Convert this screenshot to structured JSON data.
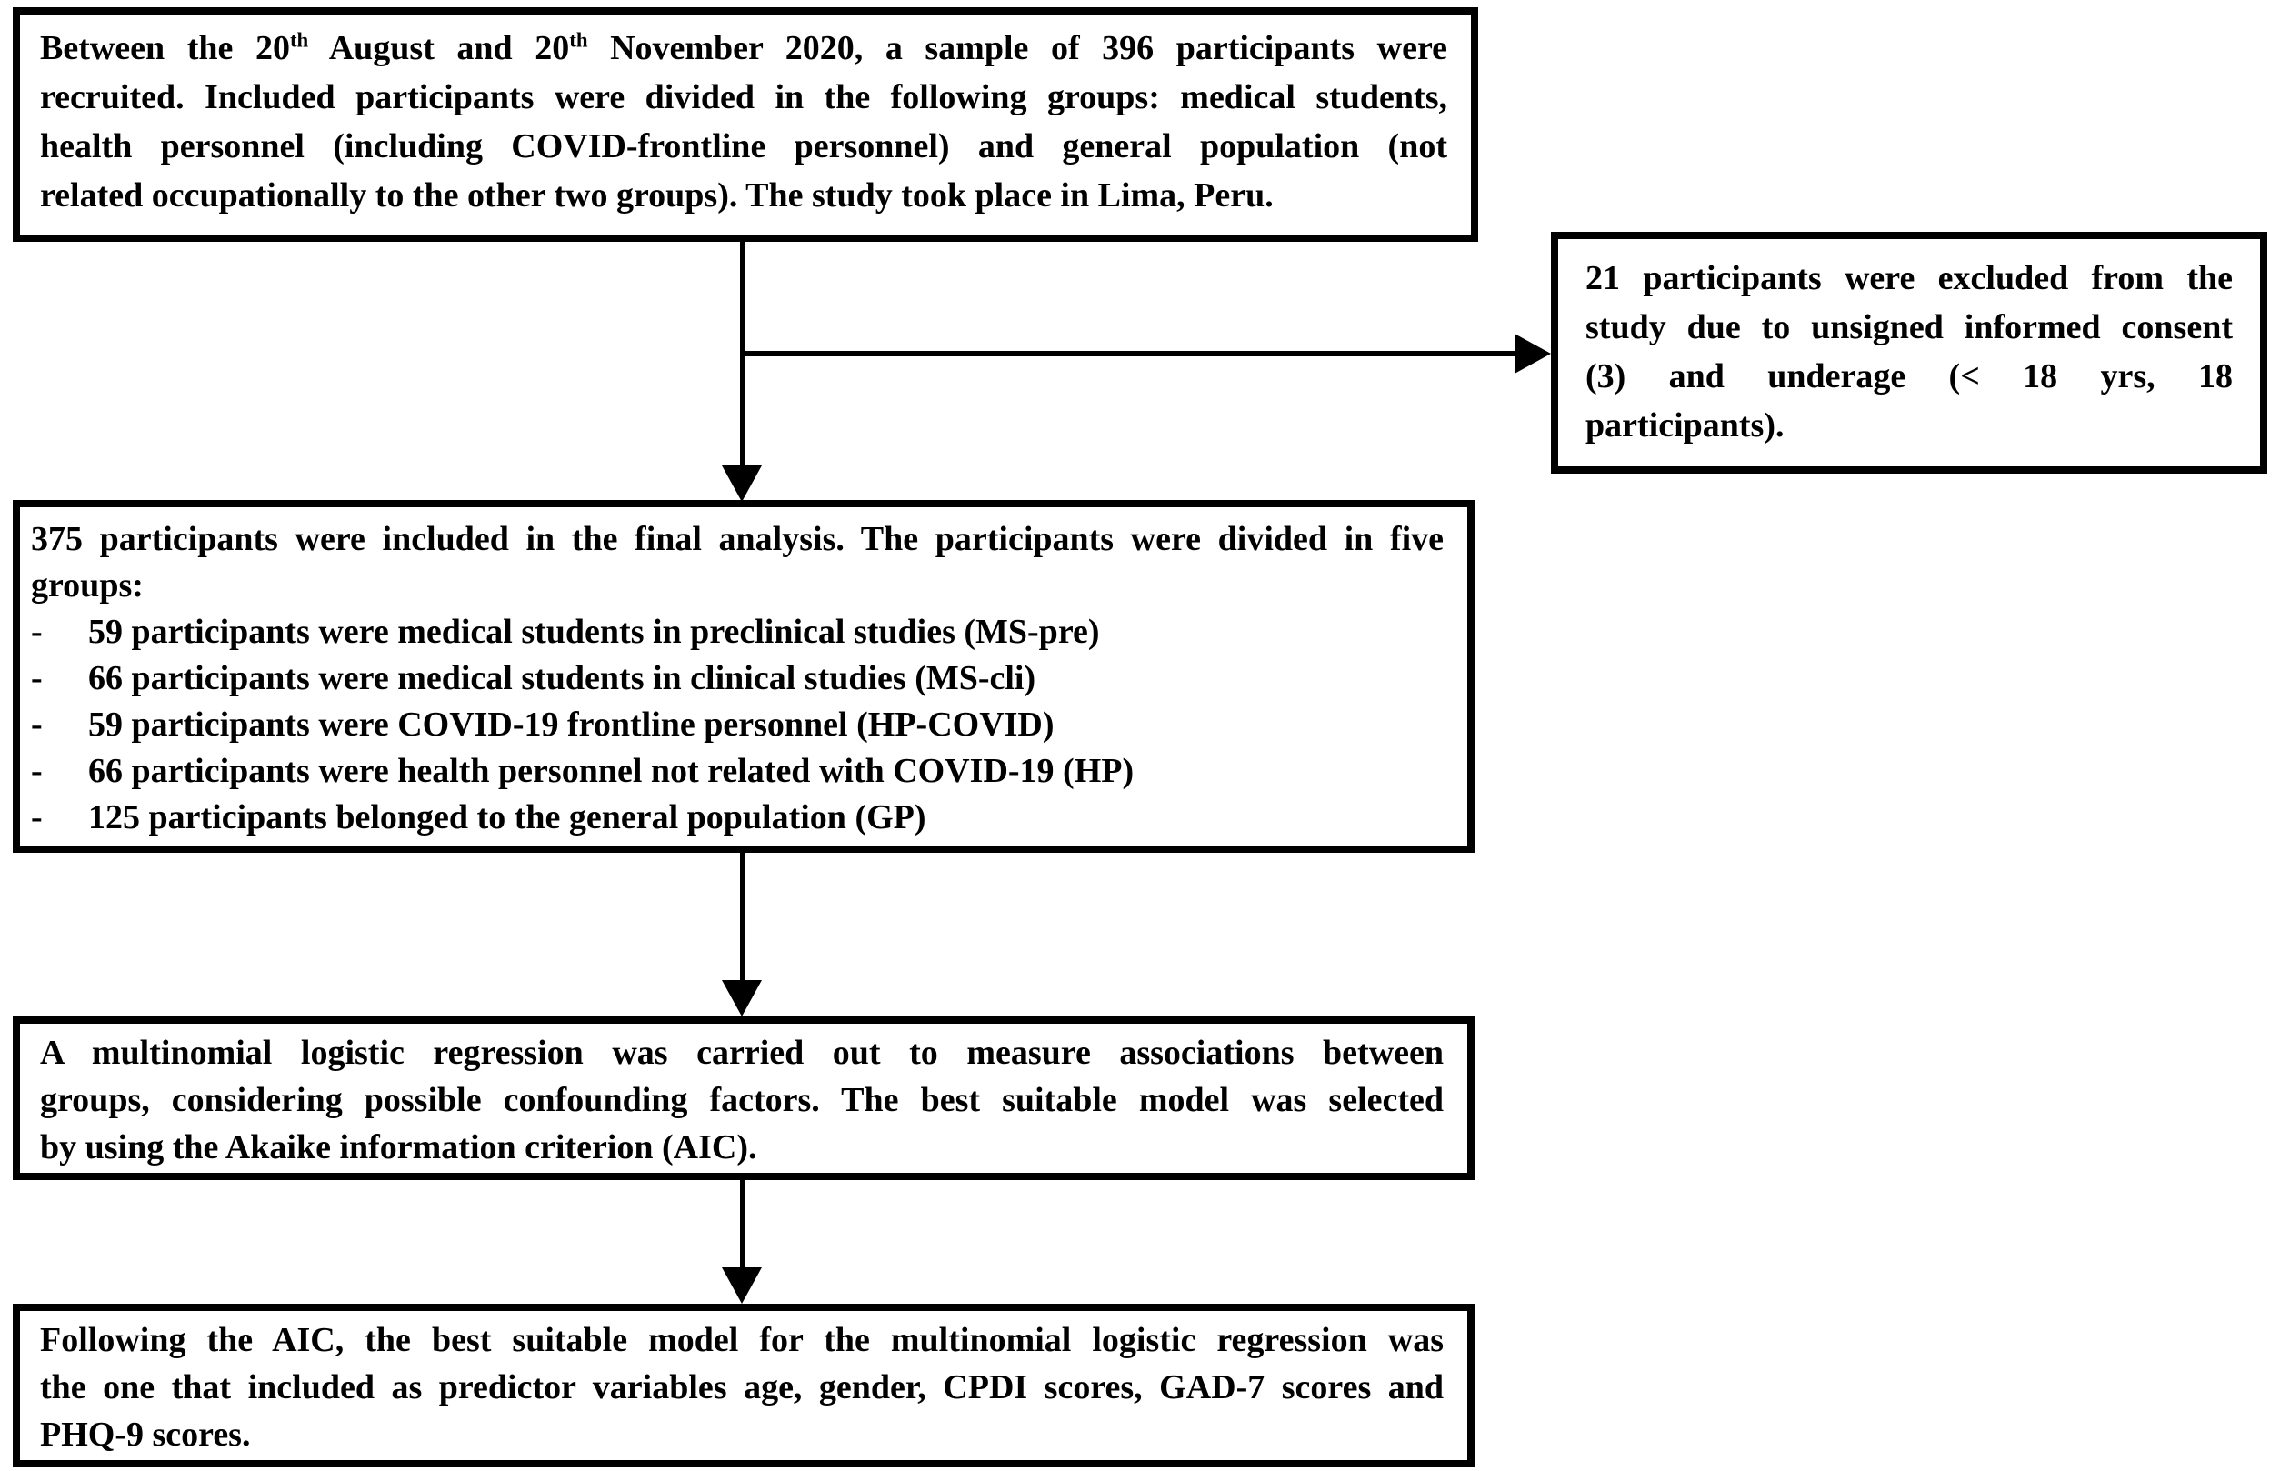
{
  "flowchart": {
    "colors": {
      "ink": "#000000",
      "background": "#ffffff"
    },
    "box1": {
      "line1": {
        "pre": "Between the 20",
        "sup1": "th",
        "mid": " August and 20",
        "sup2": "th",
        "post": " November 2020, a sample of 396 participants were"
      },
      "line2": "recruited. Included participants were divided in the following groups: medical students,",
      "line3": "health personnel (including COVID-frontline personnel) and general population (not",
      "line4": "related occupationally to the other two groups). The study took place in Lima, Peru."
    },
    "exclusion_box": {
      "line1": "21 participants were excluded from the",
      "line2": "study due to unsigned informed consent",
      "line3": "(3) and underage (< 18 yrs, 18",
      "line4": "participants)."
    },
    "box2": {
      "line1": "375 participants were included in the final analysis. The participants were divided in five",
      "line2": "groups:",
      "items": [
        {
          "marker": "-",
          "text": "59 participants were medical students in preclinical studies (MS-pre)"
        },
        {
          "marker": "-",
          "text": "66 participants were medical students in clinical studies (MS-cli)"
        },
        {
          "marker": "-",
          "text": "59 participants were COVID-19 frontline personnel (HP-COVID)"
        },
        {
          "marker": "-",
          "text": "66 participants were health personnel not related with COVID-19 (HP)"
        },
        {
          "marker": "-",
          "text": "125 participants belonged to the general population (GP)"
        }
      ]
    },
    "box3": {
      "line1": "A multinomial logistic regression was carried out to measure associations between",
      "line2": "groups, considering possible confounding factors. The best suitable model was selected",
      "line3": "by using the Akaike information criterion (AIC)."
    },
    "box4": {
      "line1": "Following the AIC, the best suitable model for the multinomial logistic regression was",
      "line2": "the one that included as predictor variables age, gender, CPDI scores, GAD-7 scores and",
      "line3": "PHQ-9 scores."
    }
  }
}
